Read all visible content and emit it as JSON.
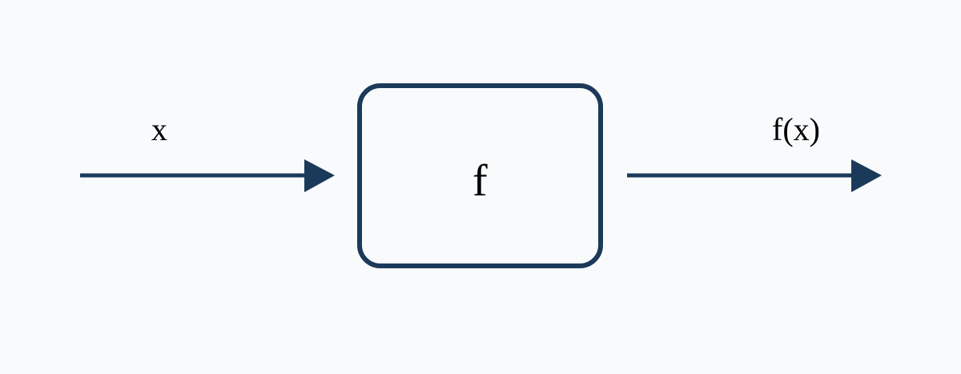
{
  "diagram": {
    "input_label": "x",
    "function_label": "f",
    "output_label": "f(x)",
    "colors": {
      "background": "#f8fafc",
      "stroke": "#1b3a5a",
      "text": "#000000"
    }
  }
}
